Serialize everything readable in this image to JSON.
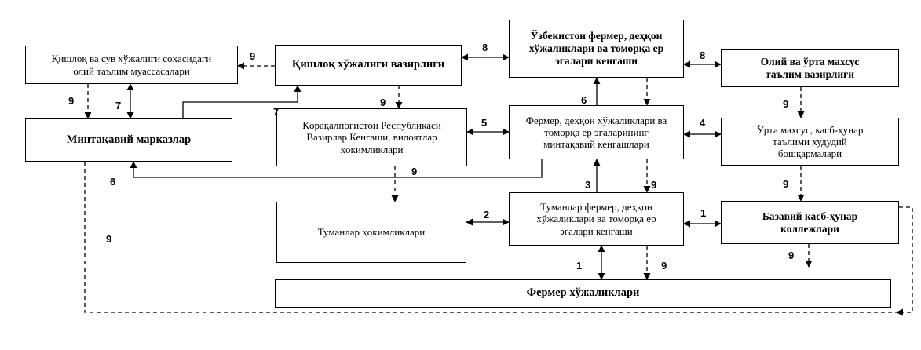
{
  "boxes": {
    "higher_ed_institutions": "Қишлоқ ва сув хўжалиги соҳасидаги\nолий таълим муассасалари",
    "ministry_agriculture": "Қишлоқ хўжалиги вазирлиги",
    "uzbek_council": "Ўзбекистон фермер, деҳқон\nхўжаликлари ва томорқа ер\nэгалари кенгаши",
    "ministry_higher_ed": "Олий ва ўрта махсус\nтаълим вазирлиги",
    "regional_centers": "Минтақавий марказлар",
    "karakalpak_council": "Қорақалпоғистон Республикаси\nВазирлар Кенгаши, вилоятлар\nҳокимликлари",
    "regional_councils": "Фермер, деҳқон хўжаликлари ва\nтоморқа ер эгаларининг\nминтақавий кенгашлари",
    "secondary_ed_admin": "Ўрта махсус, касб-ҳунар\nтаълими худудий\nбошқармалари",
    "district_khokimiyats": "Туманлар ҳокимликлари",
    "district_councils": "Туманлар фермер, деҳқон\nхўжаликлари ва томорқа ер\nэгалари кенгаши",
    "colleges": "Базавий касб-ҳунар\nколлежлари",
    "farms": "Фермер хўжаликлари"
  },
  "labels": {
    "n9_higher_ed": "9",
    "n8_ministry_council": "8",
    "n8_council_ministry": "8",
    "n9_left_top": "9",
    "n7_left_top": "7",
    "n7_ministry_regional": "7",
    "n9_ministry_karakalpak": "9",
    "n6_council_regional": "6",
    "n9_ministry_secondary": "9",
    "n5": "5",
    "n4": "4",
    "n9_regional_karakalpak": "9",
    "n6_regional_centers": "6",
    "n3": "3",
    "n9_regional_district": "9",
    "n9_secondary_colleges": "9",
    "n2": "2",
    "n1_colleges": "1",
    "n9_regional_farms": "9",
    "n9_colleges_down": "9",
    "n1_farms": "1",
    "n9_district_farms": "9"
  },
  "colors": {
    "line": "#000000",
    "background": "#ffffff"
  }
}
